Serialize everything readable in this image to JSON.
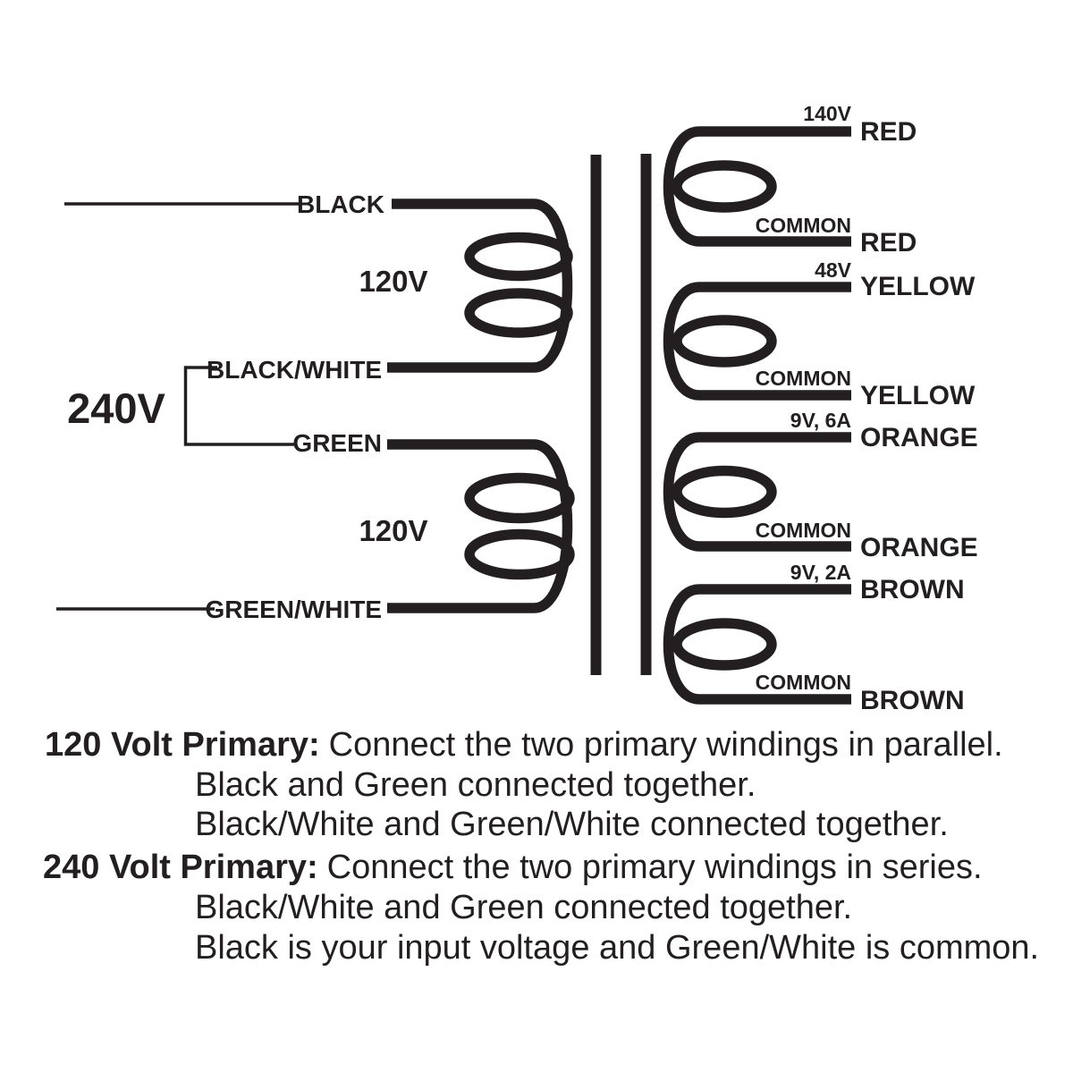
{
  "colors": {
    "ink": "#231f20",
    "background": "#ffffff"
  },
  "primary": {
    "series_voltage": "240V",
    "windings": [
      {
        "voltage": "120V",
        "start_label": "BLACK",
        "end_label": "BLACK/WHITE"
      },
      {
        "voltage": "120V",
        "start_label": "GREEN",
        "end_label": "GREEN/WHITE"
      }
    ]
  },
  "secondary": {
    "windings": [
      {
        "start_value": "140V",
        "start_wire": "RED",
        "end_value": "COMMON",
        "end_wire": "RED"
      },
      {
        "start_value": "48V",
        "start_wire": "YELLOW",
        "end_value": "COMMON",
        "end_wire": "YELLOW"
      },
      {
        "start_value": "9V, 6A",
        "start_wire": "ORANGE",
        "end_value": "COMMON",
        "end_wire": "ORANGE"
      },
      {
        "start_value": "9V, 2A",
        "start_wire": "BROWN",
        "end_value": "COMMON",
        "end_wire": "BROWN"
      }
    ]
  },
  "notes": [
    {
      "bold": "120 Volt Primary:",
      "rest": "Connect the two primary windings in parallel."
    },
    {
      "text": "Black and Green connected together."
    },
    {
      "text": "Black/White and Green/White connected together."
    },
    {
      "bold": "240 Volt Primary:",
      "rest": "Connect the two primary windings in series."
    },
    {
      "text": "Black/White and Green connected together."
    },
    {
      "text": "Black is your input voltage and Green/White is common."
    }
  ]
}
